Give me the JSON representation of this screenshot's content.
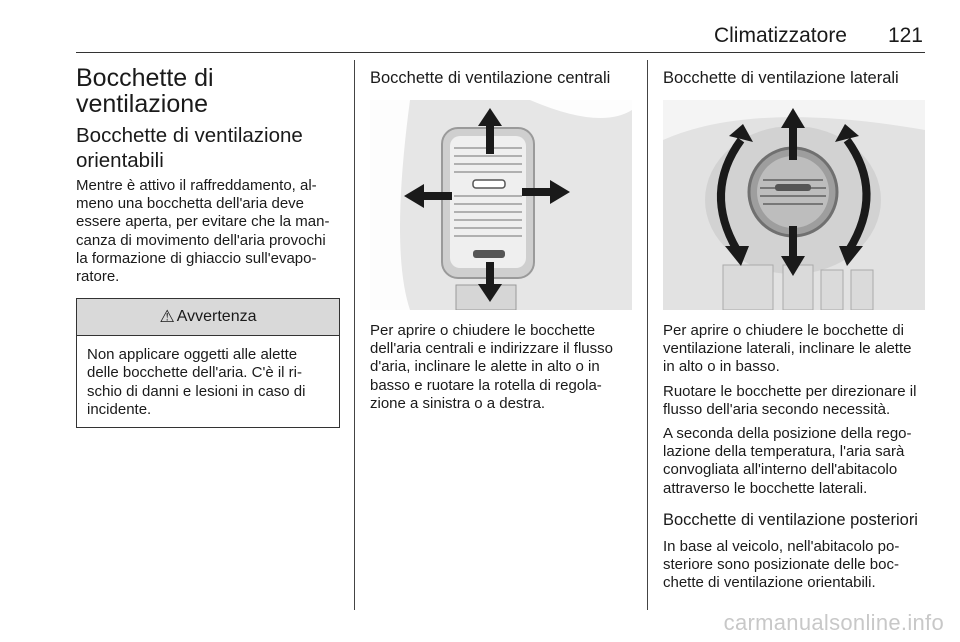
{
  "header": {
    "title": "Climatizzatore",
    "page_number": "121"
  },
  "col1": {
    "heading1": "Bocchette di ventilazione",
    "heading2": "Bocchette di ventilazione orientabili",
    "paragraph": "Mentre è attivo il raffreddamento, al-meno una bocchetta dell'aria deve essere aperta, per evitare che la man-canza di movimento dell'aria provochi la formazione di ghiaccio sull'evapo-ratore.",
    "warning": {
      "icon": "warning-triangle-icon",
      "title": "Avvertenza",
      "text": "Non applicare oggetti alle alette delle bocchette dell'aria. C'è il ri-schio di danni e lesioni in caso di incidente."
    }
  },
  "col2": {
    "heading": "Bocchette di ventilazione centrali",
    "paragraph": "Per aprire o chiudere le bocchette dell'aria centrali e indirizzare il flusso d'aria, inclinare le alette in alto o in basso e ruotare la rotella di regola-zione a sinistra o a destra."
  },
  "col3": {
    "heading": "Bocchette di ventilazione laterali",
    "paragraph1": "Per aprire o chiudere le bocchette di ventilazione laterali, inclinare le alette in alto o in basso.",
    "paragraph2": "Ruotare le bocchette per direzionare il flusso dell'aria secondo necessità.",
    "paragraph3": "A seconda della posizione della rego-lazione della temperatura, l'aria sarà convogliata all'interno dell'abitacolo attraverso le bocchette laterali.",
    "heading2": "Bocchette di ventilazione posteriori",
    "paragraph4": "In base al veicolo, nell'abitacolo po-steriore sono posizionate delle boc-chette di ventilazione orientabili."
  },
  "watermark": "carmanualsonline.info"
}
